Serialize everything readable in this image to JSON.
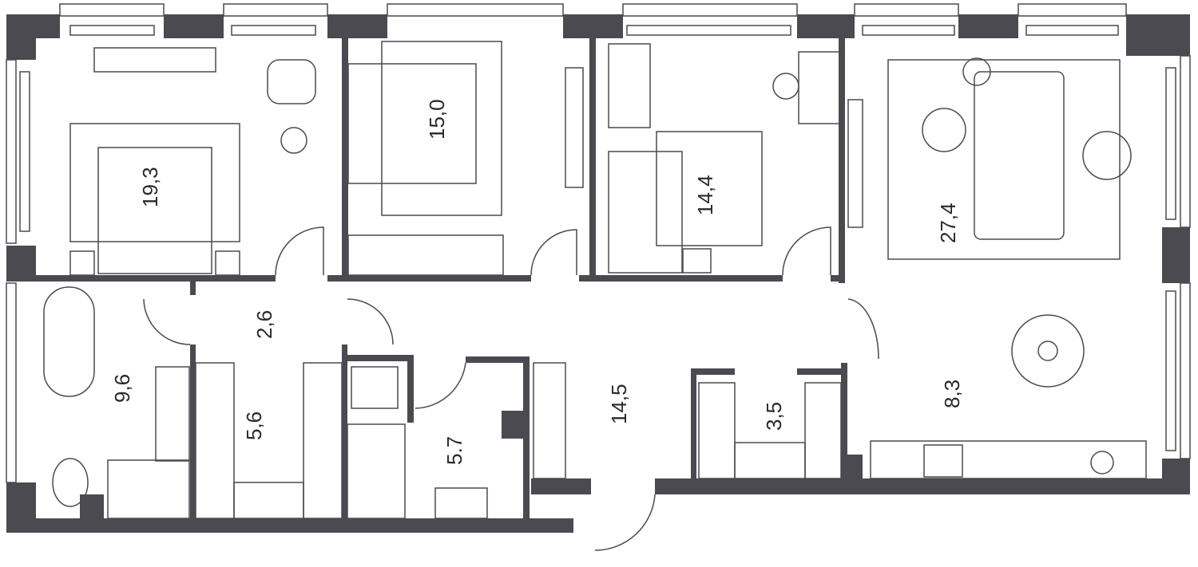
{
  "plan": {
    "rooms": [
      {
        "id": "bedroom-1",
        "area": "19,3"
      },
      {
        "id": "bedroom-2",
        "area": "15,0"
      },
      {
        "id": "bedroom-3",
        "area": "14,4"
      },
      {
        "id": "living-room",
        "area": "27,4"
      },
      {
        "id": "corridor-small",
        "area": "2,6"
      },
      {
        "id": "bathroom-1",
        "area": "9,6"
      },
      {
        "id": "wardrobe-1",
        "area": "5,6"
      },
      {
        "id": "bathroom-2",
        "area": "5.7"
      },
      {
        "id": "hall",
        "area": "14,5"
      },
      {
        "id": "wardrobe-2",
        "area": "3,5"
      },
      {
        "id": "kitchen",
        "area": "8,3"
      }
    ],
    "colors": {
      "wall": "#4a4a50",
      "line": "#4a4a50",
      "background": "#ffffff"
    }
  }
}
